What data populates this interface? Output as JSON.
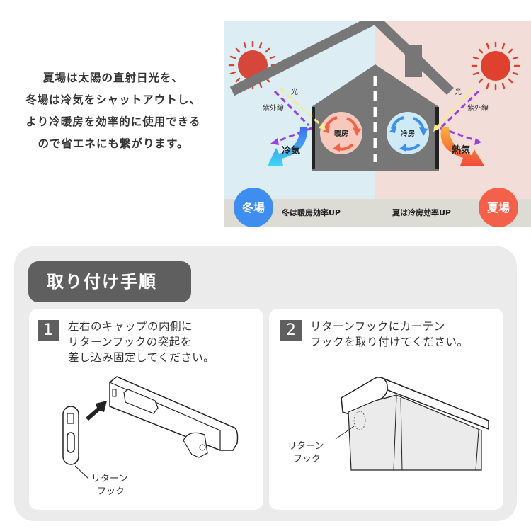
{
  "intro": {
    "lines": [
      "夏場は太陽の直射日光を、",
      "冬場は冷気をシャットアウトし、",
      "より冷暖房を効率的に使用できる",
      "ので省エネにも繋がります。"
    ]
  },
  "diagram": {
    "winter": {
      "badge": "冬場",
      "caption": "冬は暖房効率UP",
      "light_label": "光",
      "uv_label": "紫外線",
      "air_label": "冷気",
      "room_label": "暖房",
      "bg_color": "#dcedf3",
      "badge_color": "#3d8ef0"
    },
    "summer": {
      "badge": "夏場",
      "caption": "夏は冷房効率UP",
      "light_label": "光",
      "uv_label": "紫外線",
      "air_label": "熱気",
      "room_label": "冷房",
      "bg_color": "#f2ddd8",
      "badge_color": "#f4614a"
    }
  },
  "instructions": {
    "title": "取り付け手順",
    "steps": [
      {
        "number": "1",
        "lines": [
          "左右のキャップの内側に",
          "リターンフックの突起を",
          "差し込み固定してください。"
        ],
        "callout_lines": [
          "リターン",
          "フック"
        ]
      },
      {
        "number": "2",
        "lines": [
          "リターンフックにカーテン",
          "フックを取り付けてください。"
        ],
        "callout_lines": [
          "リターン",
          "フック"
        ]
      }
    ]
  }
}
